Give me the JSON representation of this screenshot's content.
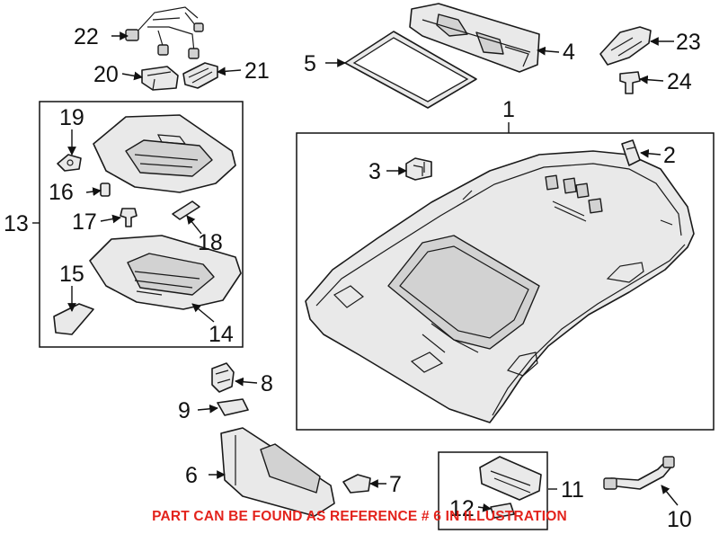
{
  "labels": {
    "n1": "1",
    "n2": "2",
    "n3": "3",
    "n4": "4",
    "n5": "5",
    "n6": "6",
    "n7": "7",
    "n8": "8",
    "n9": "9",
    "n10": "10",
    "n11": "11",
    "n12": "12",
    "n13": "13",
    "n14": "14",
    "n15": "15",
    "n16": "16",
    "n17": "17",
    "n18": "18",
    "n19": "19",
    "n20": "20",
    "n21": "21",
    "n22": "22",
    "n23": "23",
    "n24": "24"
  },
  "footer_note": "PART CAN BE FOUND AS REFERENCE # 6 IN ILLUSTRATION",
  "colors": {
    "note": "#e3231c",
    "line": "#111111",
    "part_fill": "#e9e9e9"
  }
}
